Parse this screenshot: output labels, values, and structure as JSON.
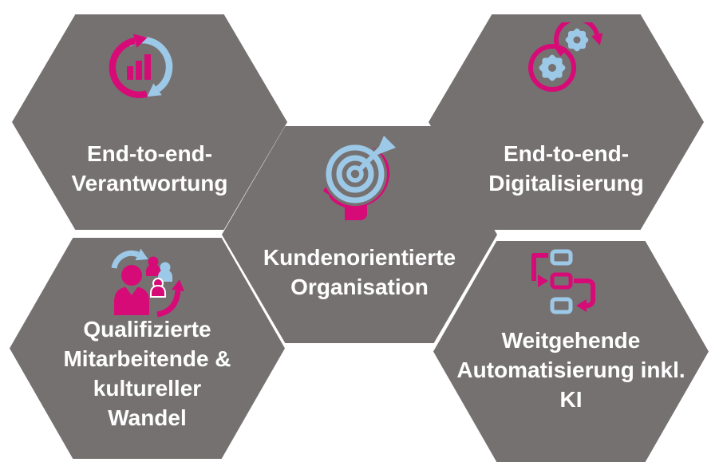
{
  "colors": {
    "hexagon_fill": "#767171",
    "accent_pink": "#D60B77",
    "accent_blue": "#9DC9E8",
    "text": "#FFFFFF",
    "background": "#FFFFFF"
  },
  "hexagons": [
    {
      "id": "top-left",
      "icon": "cycle-bar-chart-icon",
      "lines": [
        "End-to-end-",
        "Verantwortung"
      ]
    },
    {
      "id": "top-right",
      "icon": "linked-gears-icon",
      "lines": [
        "End-to-end-",
        "Digitalisierung"
      ]
    },
    {
      "id": "center",
      "icon": "head-target-icon",
      "lines": [
        "Kundenorientierte",
        "Organisation"
      ]
    },
    {
      "id": "bottom-left",
      "icon": "team-change-icon",
      "lines": [
        "Qualifizierte",
        "Mitarbeitende &",
        "kultureller",
        "Wandel"
      ]
    },
    {
      "id": "bottom-right",
      "icon": "workflow-automation-icon",
      "lines": [
        "Weitgehende",
        "Automatisierung inkl.",
        "KI"
      ]
    }
  ]
}
